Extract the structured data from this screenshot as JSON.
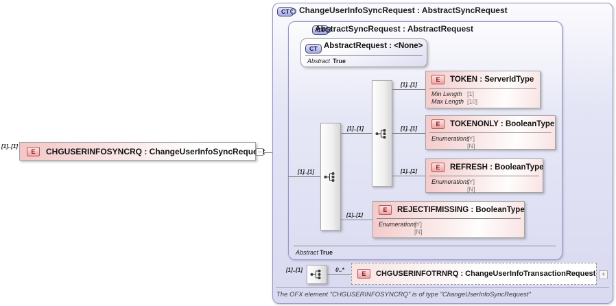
{
  "diagram": {
    "source": {
      "cardinality": "[1]..[1]",
      "badge": "E",
      "label": "CHGUSERINFOSYNCRQ : ChangeUserInfoSyncRequest",
      "collapse_glyph": "−"
    },
    "outer": {
      "badge": "CT",
      "plus_glyph": "+",
      "title": "ChangeUserInfoSyncRequest : AbstractSyncRequest",
      "footnote": "The OFX element \"CHGUSERINFOSYNCRQ\" is of type \"ChangeUserInfoSyncRequest\""
    },
    "inner": {
      "badge": "CT",
      "plus_glyph": "+",
      "title": "AbstractSyncRequest : AbstractRequest",
      "abstract_label": "Abstract",
      "abstract_value": "True"
    },
    "base": {
      "badge": "CT",
      "title": "AbstractRequest : <None>",
      "abstract_label": "Abstract",
      "abstract_value": "True"
    },
    "cardinality": {
      "inner_seq": "[1]..[1]",
      "outer_seq": "[1]..[1]",
      "token": "[1]..[1]",
      "tokenonly": "[1]..[1]",
      "refresh": "[1]..[1]",
      "reject": "[1]..[1]",
      "trn": "[1]..[1]",
      "trn_occurs": "0..*"
    },
    "elements": [
      {
        "badge": "E",
        "label": "TOKEN : ServerIdType",
        "rows": [
          {
            "label": "Min Length",
            "value": "[1]"
          },
          {
            "label": "Max Length",
            "value": "[10]"
          }
        ]
      },
      {
        "badge": "E",
        "label": "TOKENONLY : BooleanType",
        "rows": [
          {
            "label": "Enumerations",
            "value": "[Y]"
          },
          {
            "label": "",
            "value": "[N]"
          }
        ]
      },
      {
        "badge": "E",
        "label": "REFRESH : BooleanType",
        "rows": [
          {
            "label": "Enumerations",
            "value": "[Y]"
          },
          {
            "label": "",
            "value": "[N]"
          }
        ]
      },
      {
        "badge": "E",
        "label": "REJECTIFMISSING : BooleanType",
        "rows": [
          {
            "label": "Enumerations",
            "value": "[Y]"
          },
          {
            "label": "",
            "value": "[N]"
          }
        ]
      }
    ],
    "transaction": {
      "badge": "E",
      "label": "CHGUSERINFOTRNRQ : ChangeUserInfoTransactionRequest",
      "expand_glyph": "+"
    }
  }
}
